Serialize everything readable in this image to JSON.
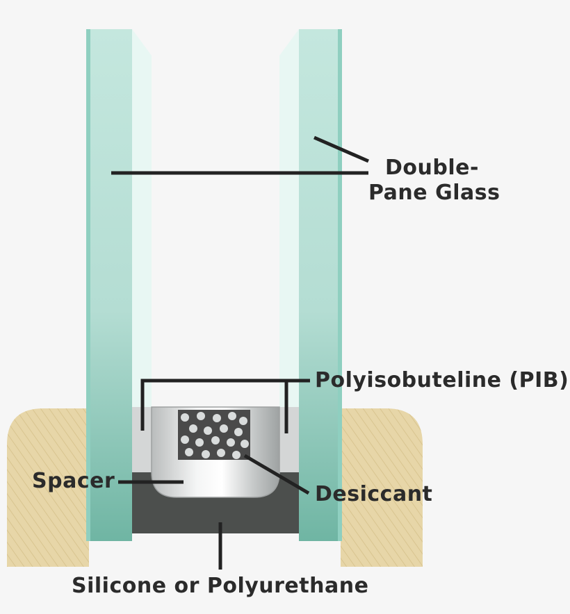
{
  "labels": {
    "double_pane_line1": "Double-",
    "double_pane_line2": "Pane Glass",
    "pib": "Polyisobuteline (PIB)",
    "spacer": "Spacer",
    "desiccant": "Desiccant",
    "silicone": "Silicone or Polyurethane"
  },
  "colors": {
    "background": "#f6f6f6",
    "glass_edge": "#8fcfc0",
    "glass_face": "#bfe6dc",
    "glass_highlight": "#e8f7f3",
    "frame_wood": "#e7d6a8",
    "sealant": "#4c4f4d",
    "pib": "#d4d6d6",
    "spacer_metal": "#c8caca",
    "desiccant_bg": "#4a4a4a",
    "desiccant_bead": "#d9dcdc",
    "leader_line": "#222222",
    "text": "#2b2b2b"
  }
}
